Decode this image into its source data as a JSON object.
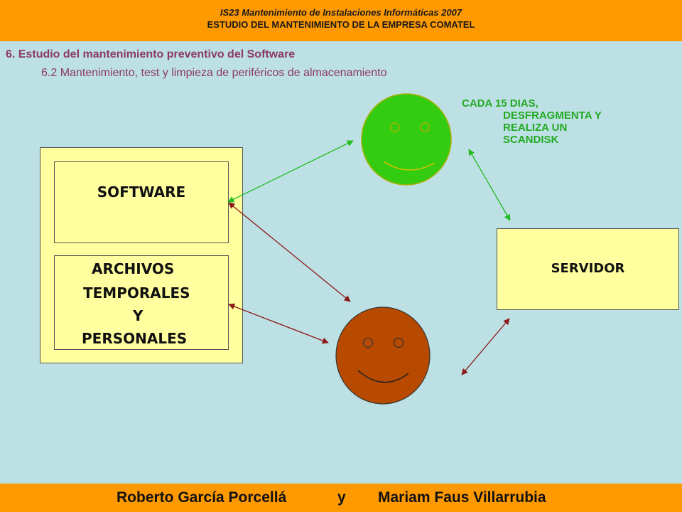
{
  "header": {
    "line1": "IS23 Mantenimiento de Instalaciones Informáticas 2007",
    "line2": "ESTUDIO DEL MANTENIMIENTO DE LA EMPRESA COMATEL"
  },
  "section": {
    "title": "6. Estudio del mantenimiento preventivo del  Software",
    "subtitle": "6.2 Mantenimiento, test y limpieza de periféricos de almacenamiento"
  },
  "diagram": {
    "software_label": "SOFTWARE",
    "archivos_lines": [
      "ARCHIVOS",
      "TEMPORALES",
      "Y",
      "PERSONALES"
    ],
    "servidor_label": "SERVIDOR",
    "note_lines": [
      "CADA 15 DIAS,",
      "DESFRAGMENTA Y",
      "REALIZA UN",
      "SCANDISK"
    ],
    "colors": {
      "happy_face": "#33cc11",
      "brown_face": "#b84a00",
      "box_fill": "#ffffa0",
      "green_arrow": "#22bb22",
      "red_arrow": "#8b1a1a"
    }
  },
  "footer": {
    "author1": "Roberto García Porcellá",
    "connector": "y",
    "author2": "Mariam Faus Villarrubia"
  }
}
